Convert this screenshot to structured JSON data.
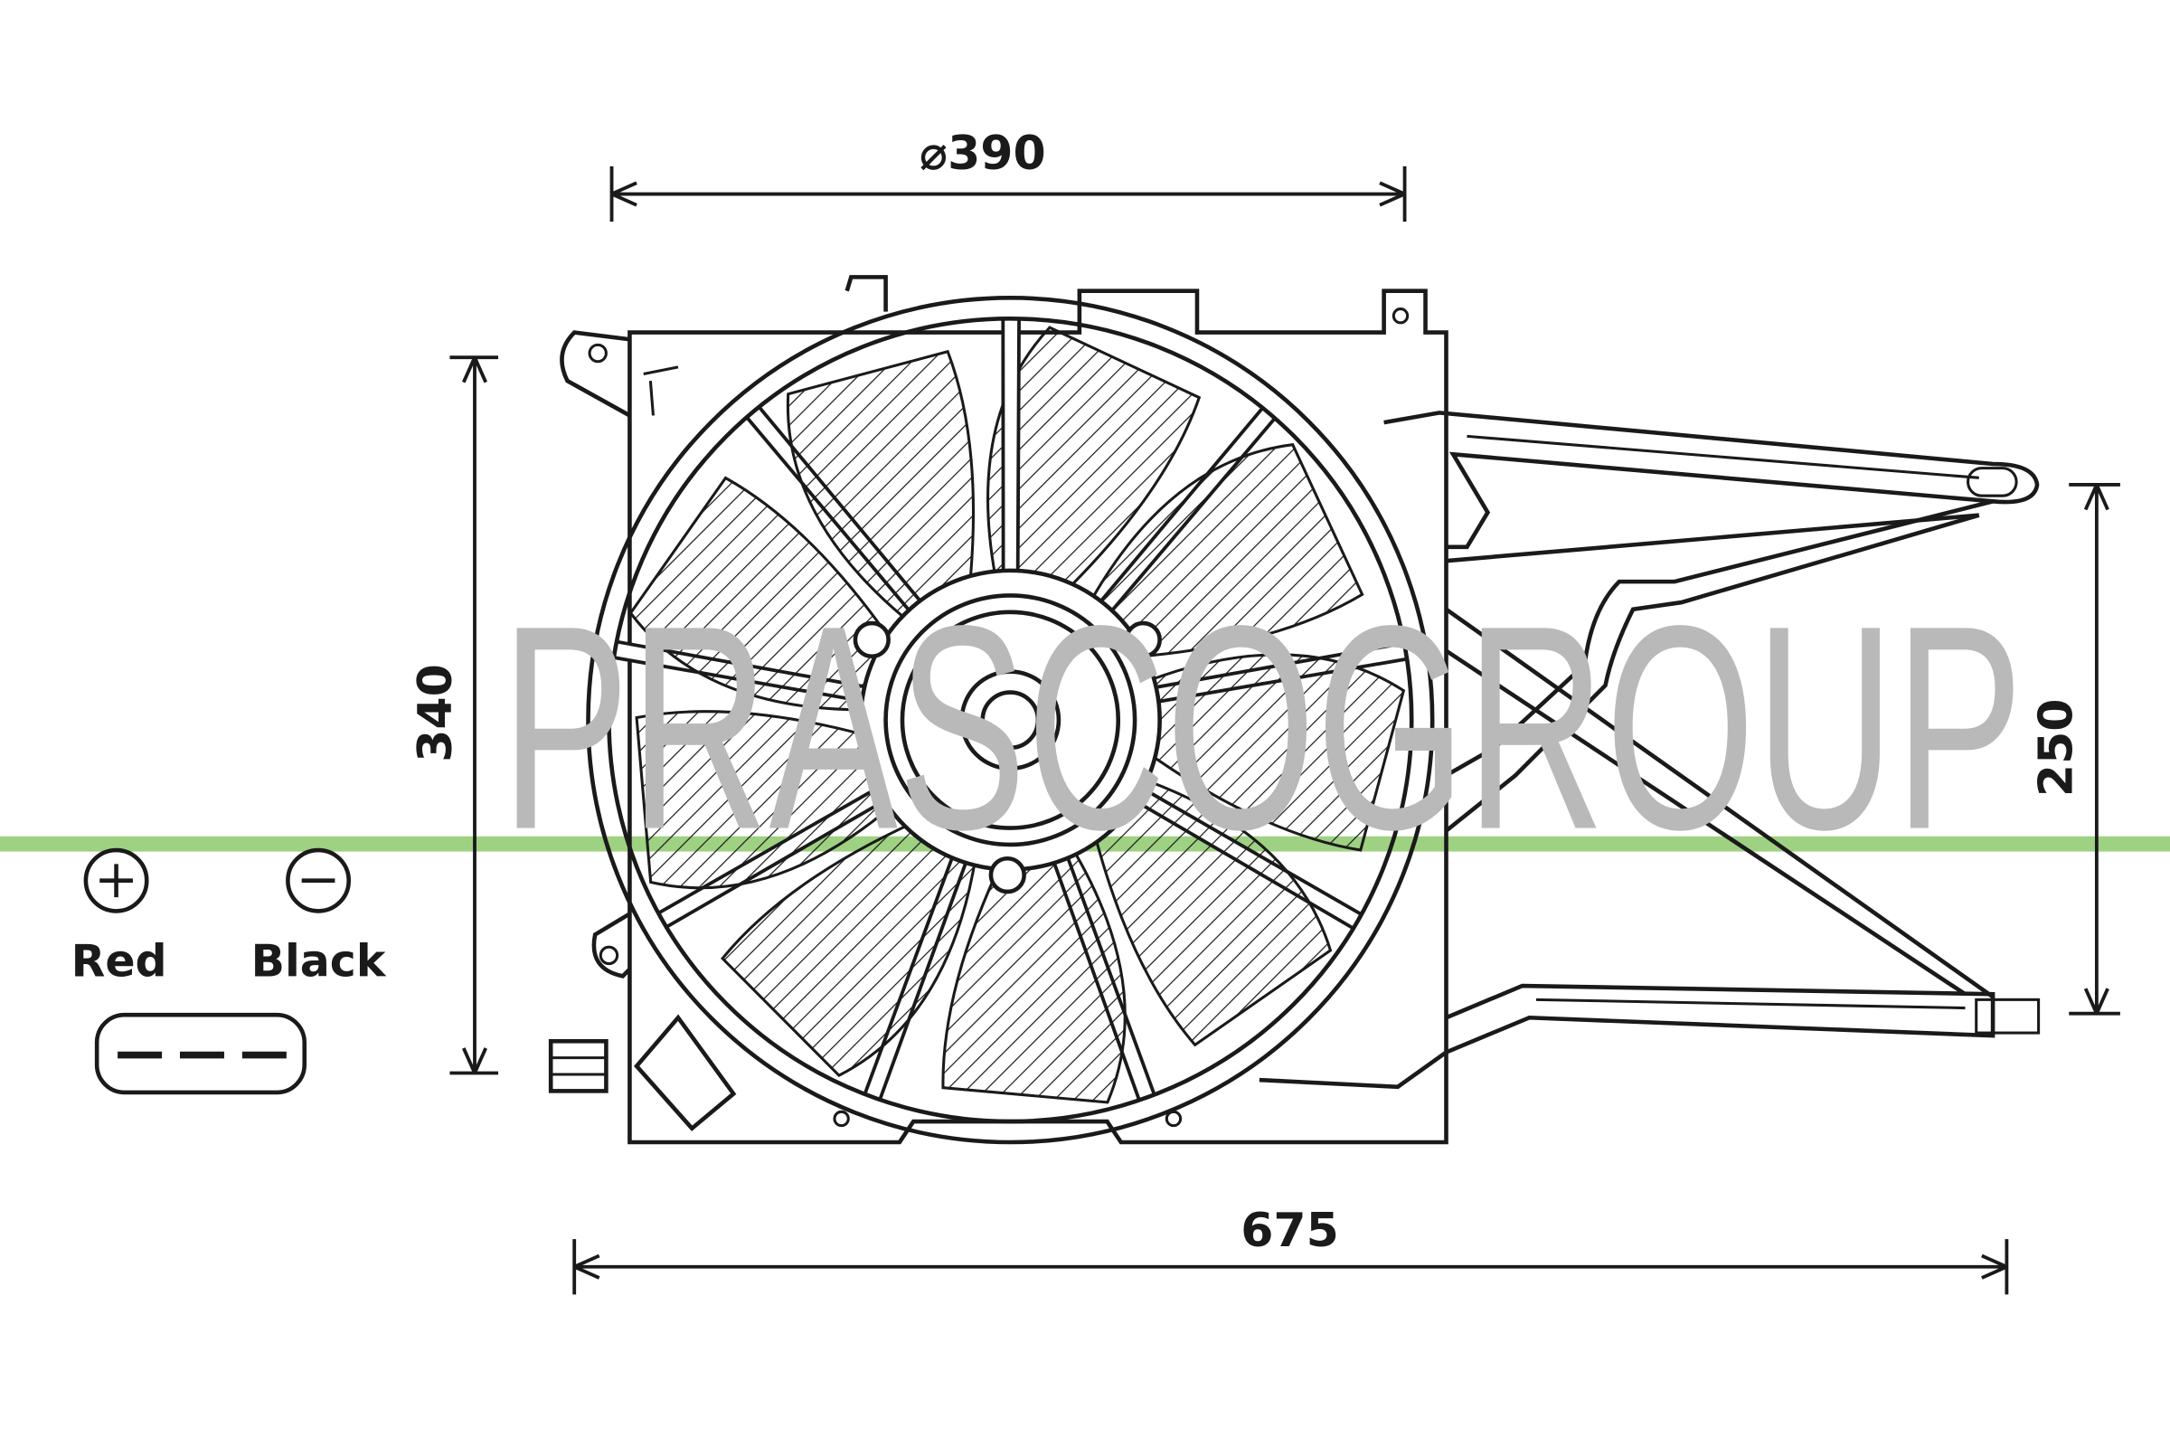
{
  "watermark": "PRASCOGROUP",
  "dimensions": {
    "fan_diameter": "⌀390",
    "height": "340",
    "bracket_height": "250",
    "overall_width": "675"
  },
  "connector_legend": {
    "positive_label": "Red",
    "negative_label": "Black"
  },
  "colors": {
    "line": "#1a1a1a",
    "watermark_band": "#9fd183",
    "watermark_text": "#b9b9b9"
  }
}
